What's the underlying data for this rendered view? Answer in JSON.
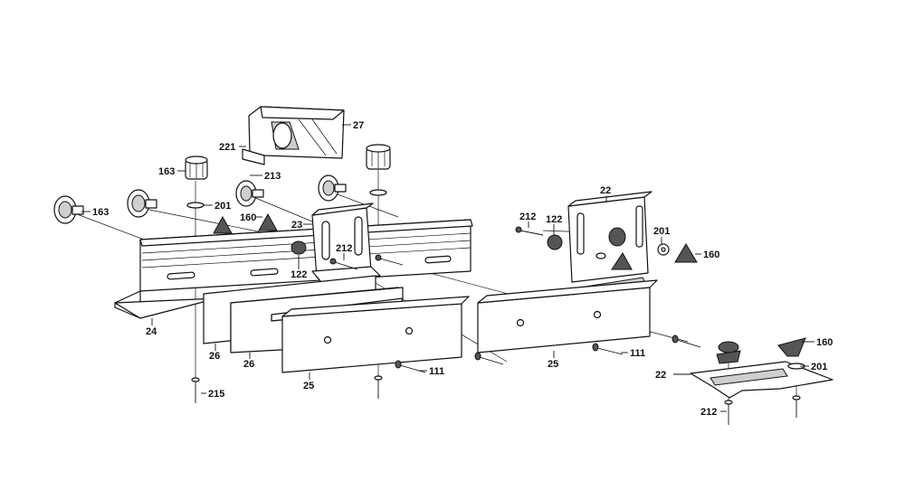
{
  "diagram": {
    "labels": {
      "l27": "27",
      "l221": "221",
      "l213": "213",
      "l163a": "163",
      "l163b": "163",
      "l201a": "201",
      "l160a": "160",
      "l23": "23",
      "l212a": "212",
      "l122a": "122",
      "l24": "24",
      "l26a": "26",
      "l26b": "26",
      "l25a": "25",
      "l111a": "111",
      "l215": "215",
      "l22a": "22",
      "l212b": "212",
      "l122b": "122",
      "l201b": "201",
      "l160b": "160",
      "l25b": "25",
      "l111b": "111",
      "l160c": "160",
      "l201c": "201",
      "l22b": "22",
      "l212c": "212"
    }
  }
}
